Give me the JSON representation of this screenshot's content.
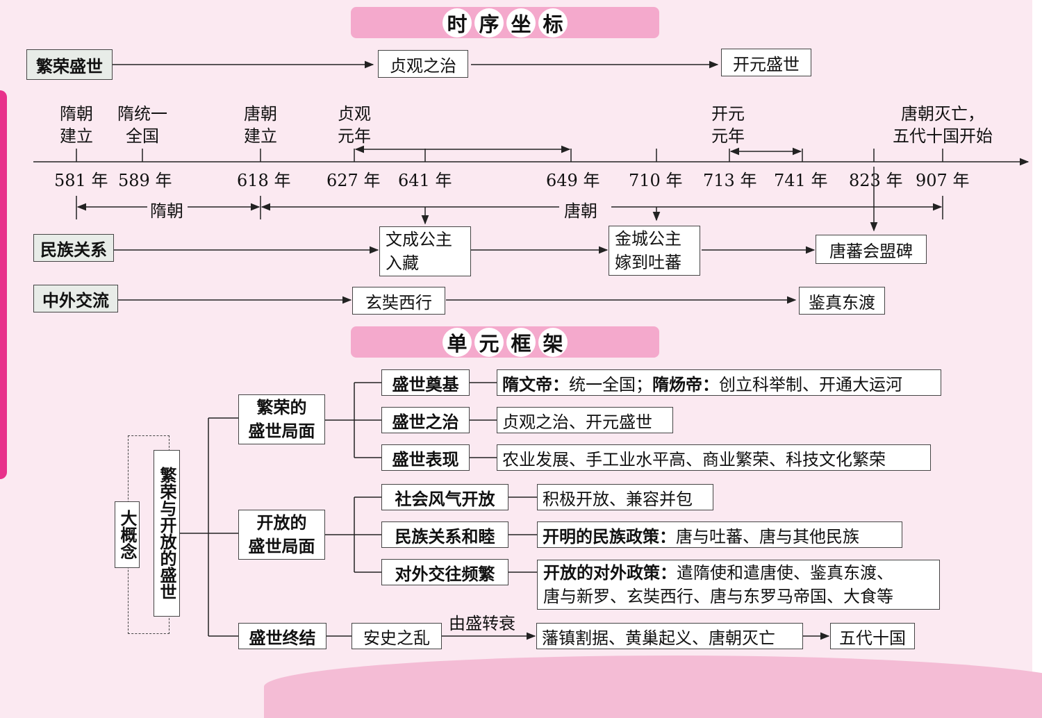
{
  "sections": {
    "timeline_title": [
      "时",
      "序",
      "坐",
      "标"
    ],
    "framework_title": [
      "单",
      "元",
      "框",
      "架"
    ]
  },
  "prosperity_row": {
    "label": "繁荣盛世",
    "item1": "贞观之治",
    "item2": "开元盛世"
  },
  "timeline": {
    "events": [
      {
        "line1": "隋朝",
        "line2": "建立",
        "year": "581 年"
      },
      {
        "line1": "隋统一",
        "line2": "全国",
        "year": "589 年"
      },
      {
        "line1": "唐朝",
        "line2": "建立",
        "year": "618 年"
      },
      {
        "line1": "贞观",
        "line2": "元年",
        "year": "627 年"
      },
      {
        "year": "641 年"
      },
      {
        "year": "649 年"
      },
      {
        "year": "710 年"
      },
      {
        "line1": "开元",
        "line2": "元年",
        "year": "713 年"
      },
      {
        "year": "741 年"
      },
      {
        "year": "823 年"
      },
      {
        "line1": "唐朝灭亡，",
        "line2": "五代十国开始",
        "year": "907 年"
      }
    ],
    "sui_label": "隋朝",
    "tang_label": "唐朝"
  },
  "ethnic_row": {
    "label": "民族关系",
    "item1_line1": "文成公主",
    "item1_line2": "入藏",
    "item2_line1": "金城公主",
    "item2_line2": "嫁到吐蕃",
    "item3": "唐蕃会盟碑"
  },
  "exchange_row": {
    "label": "中外交流",
    "item1": "玄奘西行",
    "item2": "鉴真东渡"
  },
  "framework": {
    "big_concept": "大概念",
    "theme": "繁荣与开放的盛世",
    "branch1": {
      "line1": "繁荣的",
      "line2": "盛世局面",
      "items": [
        {
          "label": "盛世奠基",
          "detail_bold1": "隋文帝：",
          "detail1": "统一全国；",
          "detail_bold2": "隋炀帝：",
          "detail2": "创立科举制、开通大运河"
        },
        {
          "label": "盛世之治",
          "detail": "贞观之治、开元盛世"
        },
        {
          "label": "盛世表现",
          "detail": "农业发展、手工业水平高、商业繁荣、科技文化繁荣"
        }
      ]
    },
    "branch2": {
      "line1": "开放的",
      "line2": "盛世局面",
      "items": [
        {
          "label": "社会风气开放",
          "detail": "积极开放、兼容并包"
        },
        {
          "label": "民族关系和睦",
          "detail_bold": "开明的民族政策：",
          "detail": "唐与吐蕃、唐与其他民族"
        },
        {
          "label": "对外交往频繁",
          "detail_bold": "开放的对外政策：",
          "detail_line1": "遣隋使和遣唐使、鉴真东渡、",
          "detail_line2": "唐与新罗、玄奘西行、唐与东罗马帝国、大食等"
        }
      ]
    },
    "branch3": {
      "label": "盛世终结",
      "event": "安史之乱",
      "arrow_label": "由盛转衰",
      "consequence": "藩镇割据、黄巢起义、唐朝灭亡",
      "result": "五代十国"
    }
  }
}
